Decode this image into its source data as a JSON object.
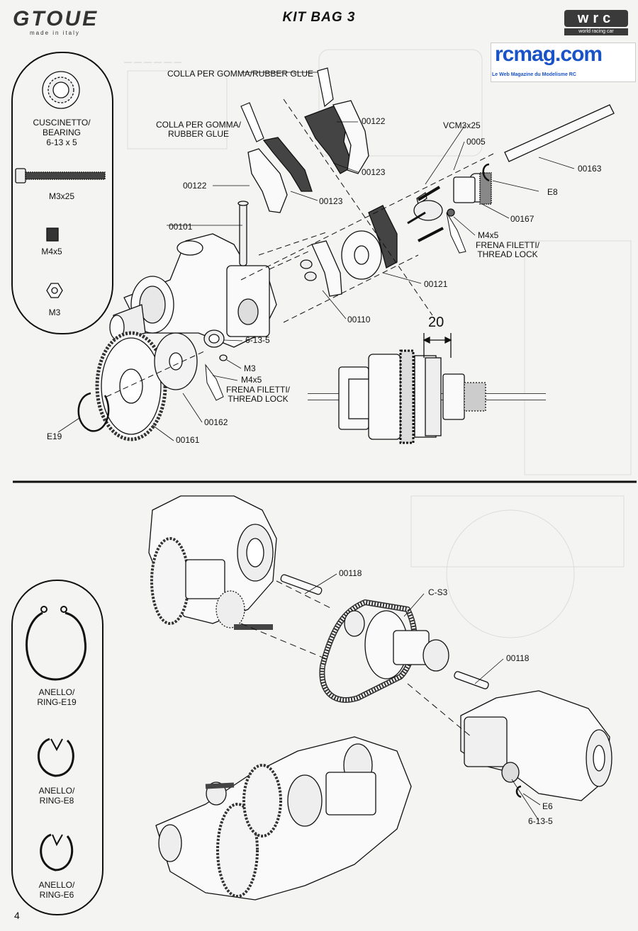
{
  "header": {
    "brand_left": "GTOUE",
    "brand_left_sub": "made in italy",
    "title": "KIT BAG 3",
    "brand_right": "wrc",
    "brand_right_sub": "world racing car",
    "watermark_name": "rcmag.com",
    "watermark_tagline": "Le Web Magazine du Modelisme RC"
  },
  "legend_top": {
    "items": [
      {
        "label_line1": "CUSCINETTO/",
        "label_line2": "BEARING",
        "label_line3": "6-13 x 5",
        "icon": "bearing-icon"
      },
      {
        "label_line1": "M3x25",
        "icon": "screw-icon"
      },
      {
        "label_line1": "M4x5",
        "icon": "grub-screw-icon"
      },
      {
        "label_line1": "M3",
        "icon": "nut-icon"
      }
    ]
  },
  "legend_bottom": {
    "items": [
      {
        "label_line1": "ANELLO/",
        "label_line2": "RING-E19",
        "icon": "ring-e19-icon"
      },
      {
        "label_line1": "ANELLO/",
        "label_line2": "RING-E8",
        "icon": "ring-e8-icon"
      },
      {
        "label_line1": "ANELLO/",
        "label_line2": "RING-E6",
        "icon": "ring-e6-icon"
      }
    ]
  },
  "callouts_top": {
    "glue_1": "COLLA PER GOMMA/RUBBER GLUE",
    "glue_2_line1": "COLLA PER GOMMA/",
    "glue_2_line2": "RUBBER GLUE",
    "p00122_a": "00122",
    "p00123_a": "00123",
    "p00122_b": "00122",
    "p00123_b": "00123",
    "p00101": "00101",
    "vcm": "VCM3x25",
    "p0005": "0005",
    "p00163": "00163",
    "e8": "E8",
    "p00167": "00167",
    "m4x5_a": "M4x5",
    "threadlock_a_line1": "FRENA FILETTI/",
    "threadlock_a_line2": "THREAD LOCK",
    "p00121": "00121",
    "p00110": "00110",
    "b6135": "6-13-5",
    "m3": "M3",
    "m4x5_b": "M4x5",
    "threadlock_b_line1": "FRENA FILETTI/",
    "threadlock_b_line2": "THREAD LOCK",
    "p00162": "00162",
    "p00161": "00161",
    "e19": "E19",
    "dimension": "20"
  },
  "callouts_bottom": {
    "p00118_a": "00118",
    "cs3": "C-S3",
    "p00118_b": "00118",
    "e6": "E6",
    "b6135": "6-13-5"
  },
  "footer": {
    "page_number": "4"
  }
}
